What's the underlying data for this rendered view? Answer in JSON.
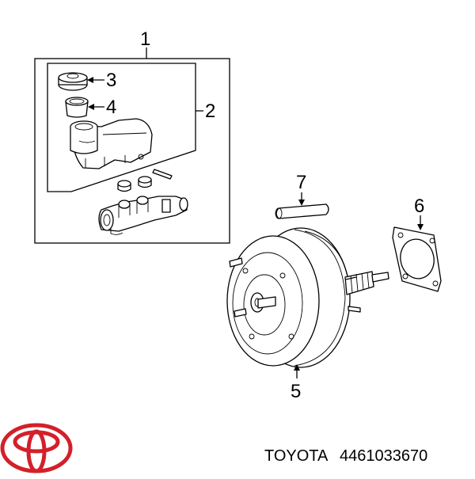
{
  "diagram": {
    "callouts": [
      "1",
      "2",
      "3",
      "4",
      "5",
      "6",
      "7"
    ]
  },
  "brand": {
    "logo": "toyota-logo",
    "name": "TOYOTA",
    "part_number": "4461033670"
  },
  "colors": {
    "line": "#000000",
    "logo": "#d3202a",
    "background": "#ffffff"
  }
}
